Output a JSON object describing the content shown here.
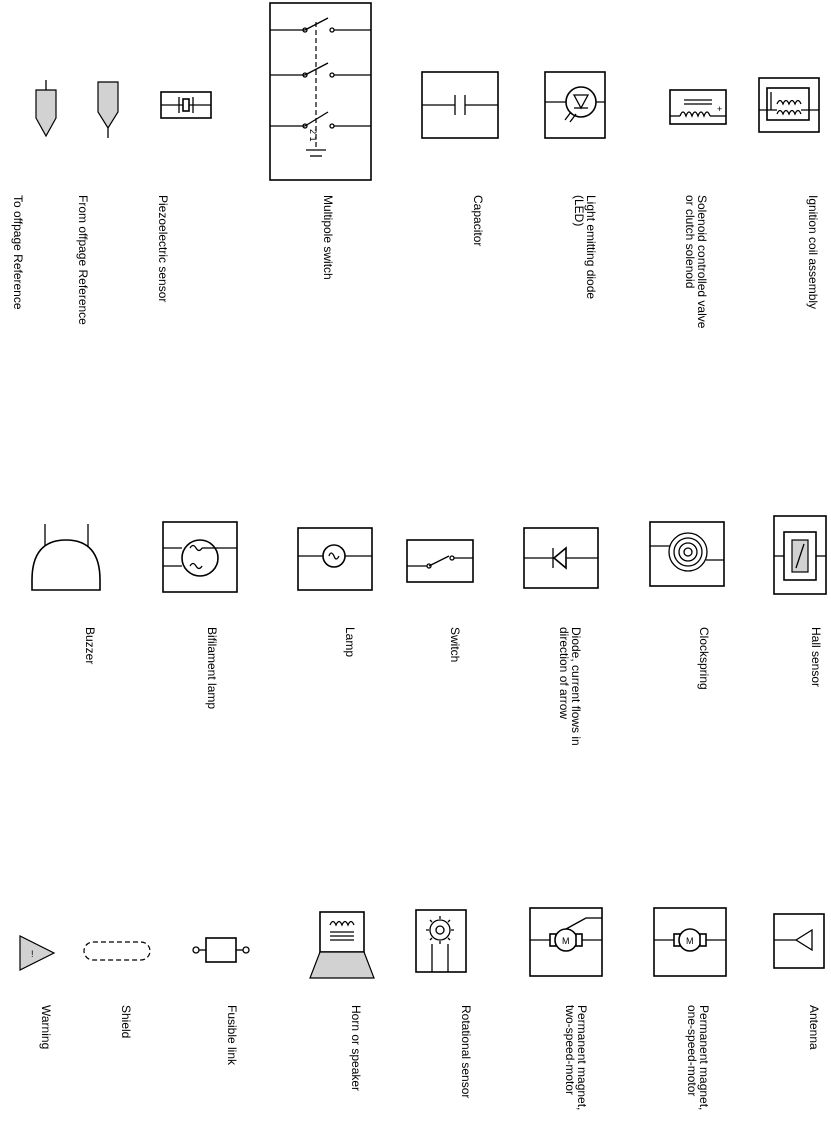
{
  "symbols": [
    {
      "id": "to-offpage-reference",
      "icon": "to-offpage-reference-icon",
      "label": "To offpage Reference"
    },
    {
      "id": "from-offpage-reference",
      "icon": "from-offpage-reference-icon",
      "label": "From offpage Reference"
    },
    {
      "id": "piezoelectric-sensor",
      "icon": "piezoelectric-sensor-icon",
      "label": "Piezoelectric sensor"
    },
    {
      "id": "multipole-switch",
      "icon": "multipole-switch-icon",
      "label": "Multipole switch"
    },
    {
      "id": "capacitor",
      "icon": "capacitor-icon",
      "label": "Capacitor"
    },
    {
      "id": "led",
      "icon": "led-icon",
      "label": "Light emitting diode\n(LED)"
    },
    {
      "id": "solenoid-valve",
      "icon": "solenoid-icon",
      "label": "Solenoid controlled valve\nor clutch solenoid"
    },
    {
      "id": "ignition-coil",
      "icon": "ignition-coil-icon",
      "label": "Ignition coil assembly"
    },
    {
      "id": "buzzer",
      "icon": "buzzer-icon",
      "label": "Buzzer"
    },
    {
      "id": "bifilament-lamp",
      "icon": "bifilament-lamp-icon",
      "label": "Bifilament lamp"
    },
    {
      "id": "lamp",
      "icon": "lamp-icon",
      "label": "Lamp"
    },
    {
      "id": "switch",
      "icon": "switch-icon",
      "label": "Switch"
    },
    {
      "id": "diode",
      "icon": "diode-icon",
      "label": "Diode, current flows in\ndirection of arrow"
    },
    {
      "id": "clockspring",
      "icon": "clockspring-icon",
      "label": "Clockspring"
    },
    {
      "id": "hall-sensor",
      "icon": "hall-sensor-icon",
      "label": "Hall sensor"
    },
    {
      "id": "warning",
      "icon": "warning-icon",
      "label": "Warning"
    },
    {
      "id": "shield",
      "icon": "shield-icon",
      "label": "Shield"
    },
    {
      "id": "fusible-link",
      "icon": "fusible-link-icon",
      "label": "Fusible link"
    },
    {
      "id": "horn-speaker",
      "icon": "horn-icon",
      "label": "Horn or speaker"
    },
    {
      "id": "rotational-sensor",
      "icon": "rotational-sensor-icon",
      "label": "Rotational sensor"
    },
    {
      "id": "pm-motor-two-speed",
      "icon": "motor-two-speed-icon",
      "label": "Permanent magnet,\ntwo-speed-motor"
    },
    {
      "id": "pm-motor-one-speed",
      "icon": "motor-one-speed-icon",
      "label": "Permanent magnet,\none-speed-motor"
    },
    {
      "id": "antenna",
      "icon": "antenna-icon",
      "label": "Antenna"
    }
  ],
  "glyphs": {
    "multipole_switch_text": "2 1",
    "motor_letter": "M",
    "warning_mark": "!",
    "solenoid_plus": "+"
  }
}
